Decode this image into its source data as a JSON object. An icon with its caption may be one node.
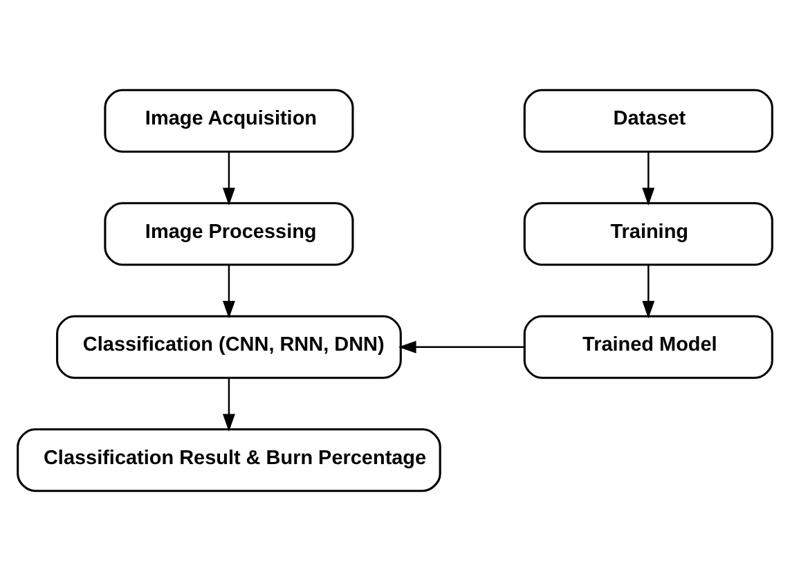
{
  "diagram": {
    "nodes": [
      {
        "text": [
          "Image Acquisition"
        ]
      },
      {
        "text": [
          "Dataset"
        ]
      },
      {
        "text": [
          "Image Processing"
        ]
      },
      {
        "text": [
          "Training"
        ]
      },
      {
        "text": [
          "Classification (CNN, RNN, DNN)"
        ]
      },
      {
        "text": [
          "Trained Model"
        ]
      },
      {
        "text": [
          "Classification Result & Burn Percentage"
        ]
      }
    ],
    "edges": [
      {
        "from": 0,
        "to": 2,
        "arrow": "to"
      },
      {
        "from": 2,
        "to": 4,
        "arrow": "to"
      },
      {
        "from": 4,
        "to": 6,
        "arrow": "to"
      },
      {
        "from": 1,
        "to": 3,
        "arrow": "to"
      },
      {
        "from": 3,
        "to": 5,
        "arrow": "to"
      },
      {
        "from": 5,
        "to": 4,
        "arrow": "to"
      }
    ]
  }
}
